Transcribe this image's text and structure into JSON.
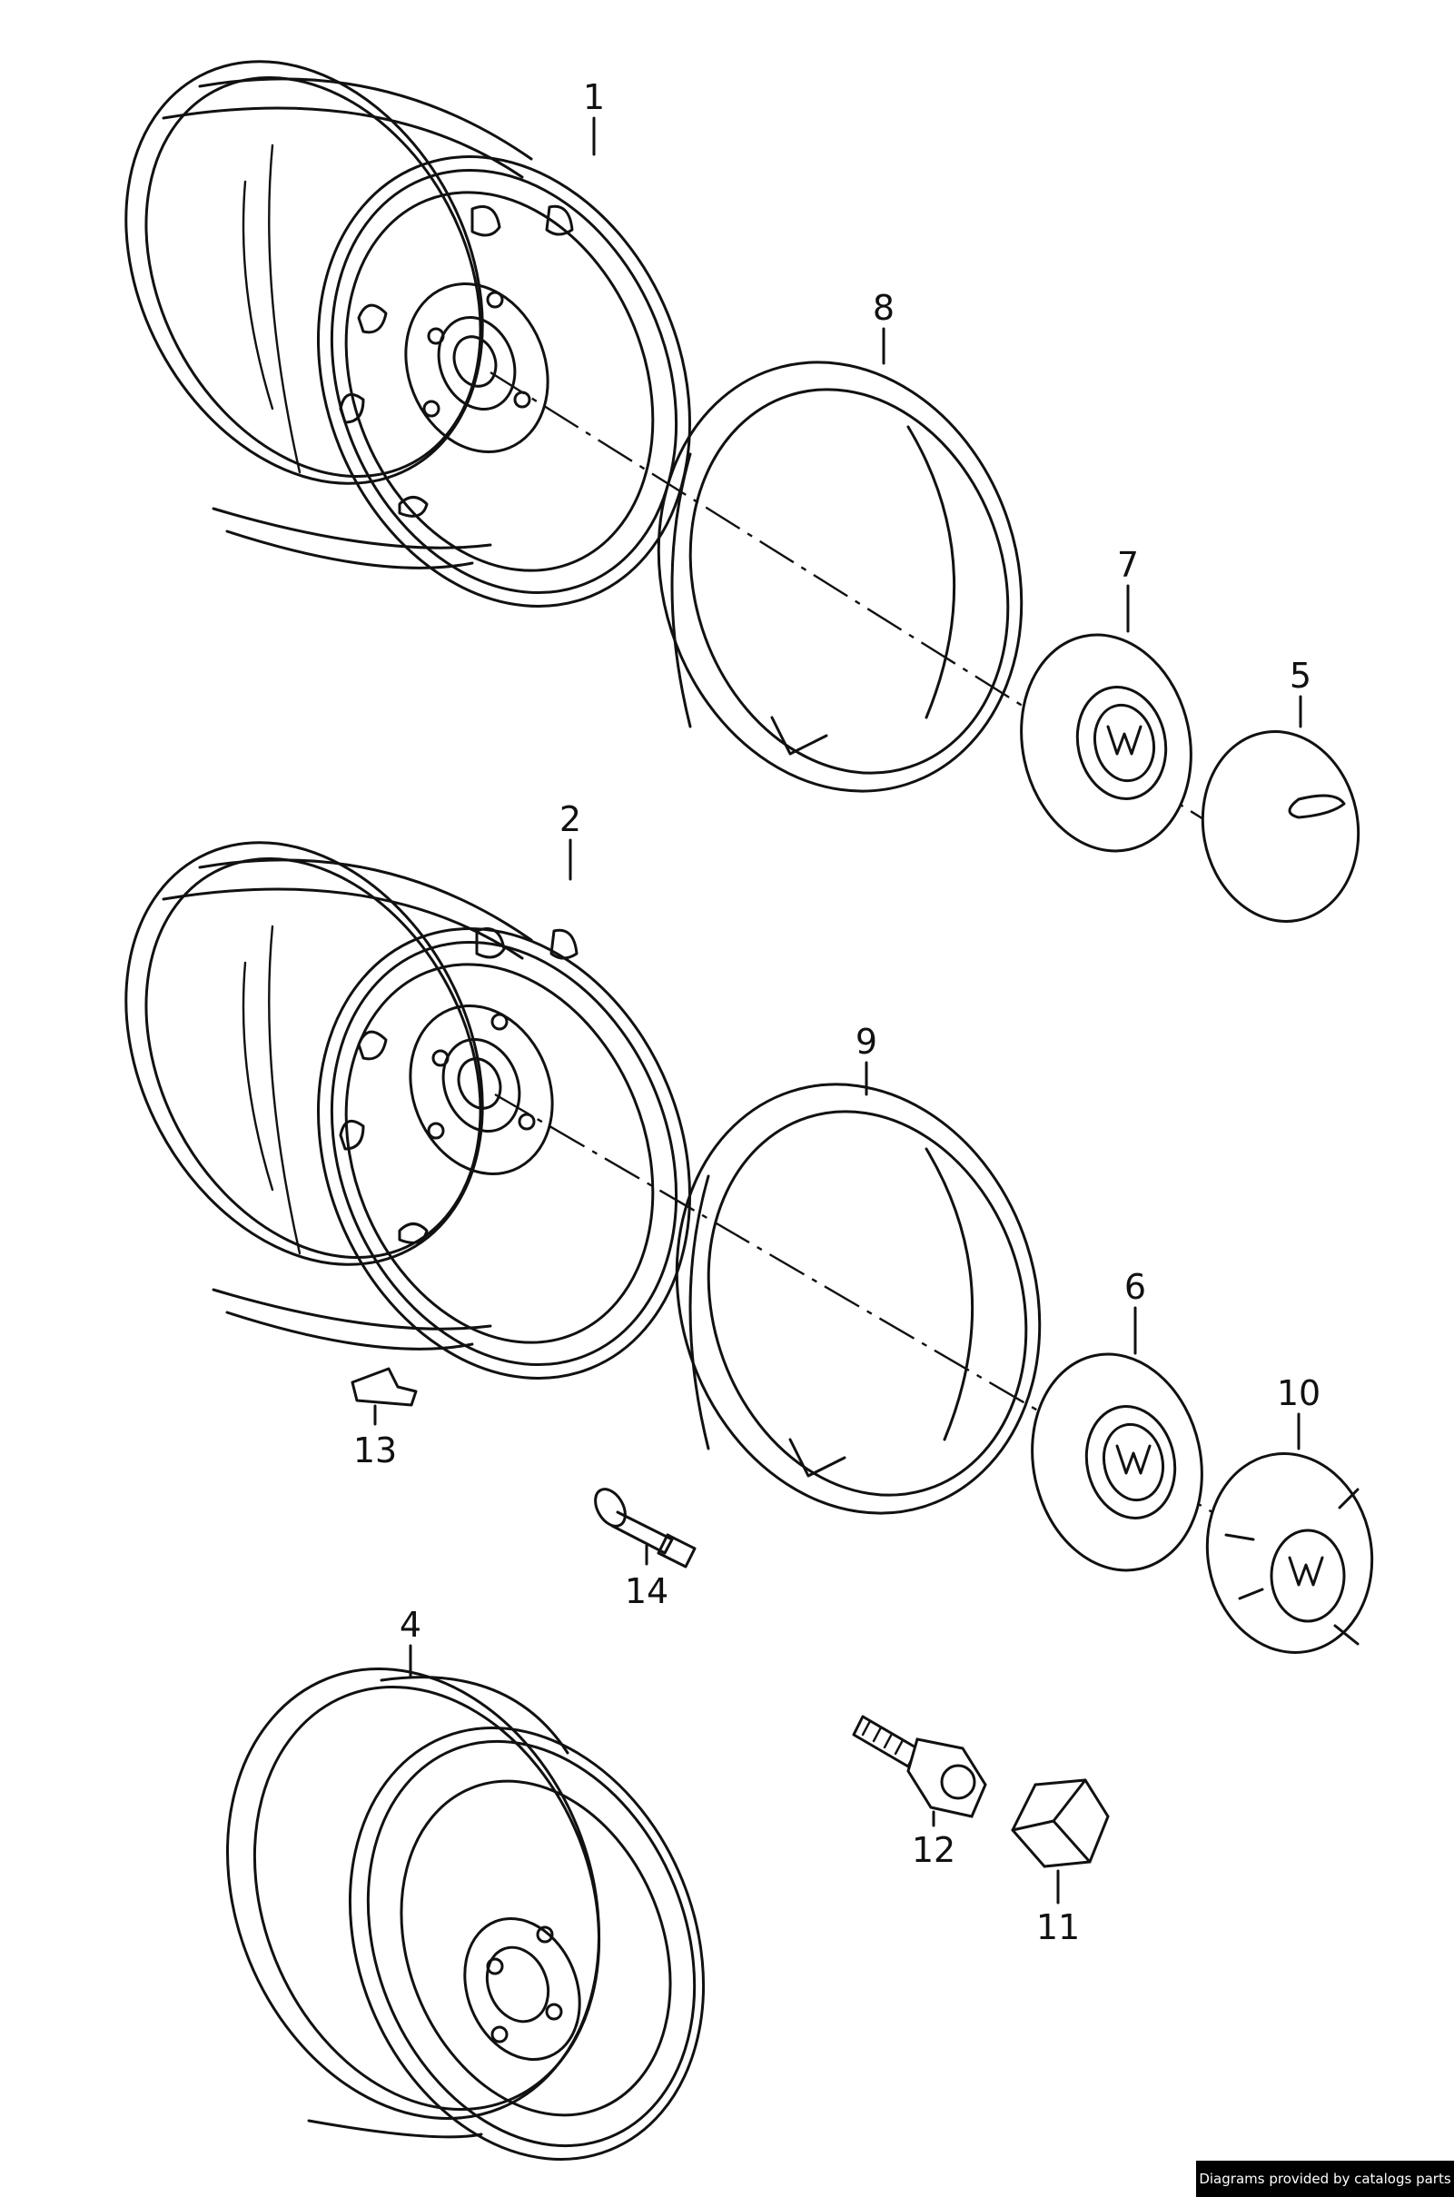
{
  "callouts": [
    {
      "id": "1",
      "label": "1"
    },
    {
      "id": "2",
      "label": "2"
    },
    {
      "id": "4",
      "label": "4"
    },
    {
      "id": "5",
      "label": "5"
    },
    {
      "id": "6",
      "label": "6"
    },
    {
      "id": "7",
      "label": "7"
    },
    {
      "id": "8",
      "label": "8"
    },
    {
      "id": "9",
      "label": "9"
    },
    {
      "id": "10",
      "label": "10"
    },
    {
      "id": "11",
      "label": "11"
    },
    {
      "id": "12",
      "label": "12"
    },
    {
      "id": "13",
      "label": "13"
    },
    {
      "id": "14",
      "label": "14"
    }
  ],
  "credit": "Diagrams provided by catalogs parts"
}
